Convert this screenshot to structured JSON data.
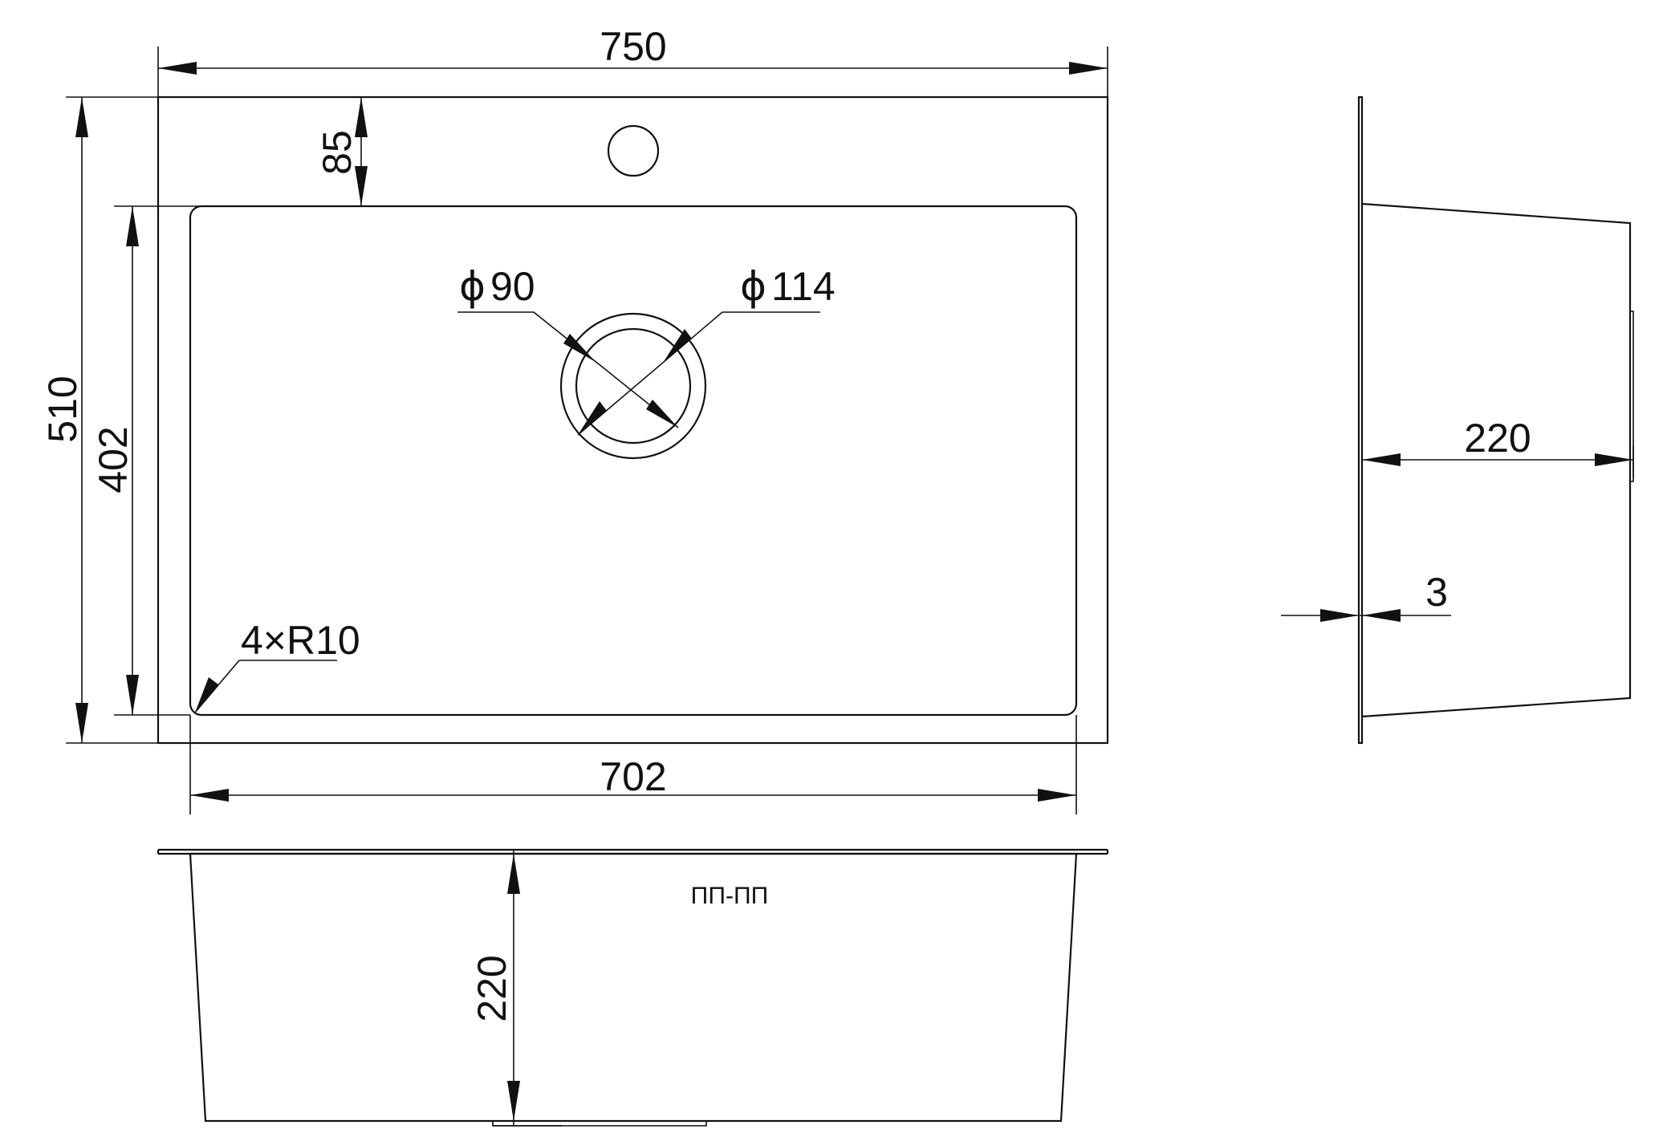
{
  "drawing": {
    "top_view": {
      "overall_width": "750",
      "overall_depth": "510",
      "bowl_depth": "402",
      "bowl_width": "702",
      "top_margin": "85",
      "drain_inner": {
        "symbol": "ϕ",
        "value": "90"
      },
      "drain_outer": {
        "symbol": "ϕ",
        "value": "114"
      },
      "corner_radius": "4×R10"
    },
    "front_view": {
      "height": "220",
      "marking": "ΠΠ-ΠΠ"
    },
    "side_view": {
      "height": "220",
      "thickness": "3"
    }
  }
}
